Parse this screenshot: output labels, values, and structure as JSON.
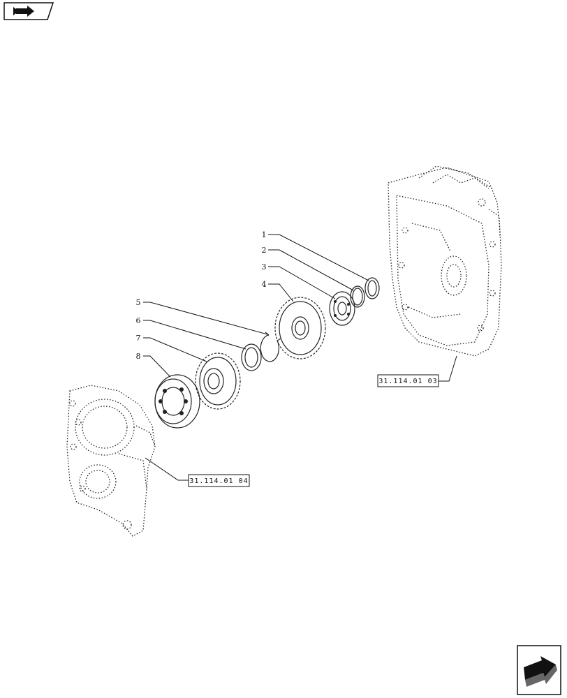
{
  "nav": {
    "top_left_icon": "back-arrow-icon",
    "bottom_right_icon": "next-page-arrow-icon"
  },
  "callouts": [
    {
      "num": "1"
    },
    {
      "num": "2"
    },
    {
      "num": "3"
    },
    {
      "num": "4"
    },
    {
      "num": "5"
    },
    {
      "num": "6"
    },
    {
      "num": "7"
    },
    {
      "num": "8"
    }
  ],
  "references": {
    "housing_ref": "31.114.01 03",
    "cover_ref": "31.114.01 04"
  }
}
